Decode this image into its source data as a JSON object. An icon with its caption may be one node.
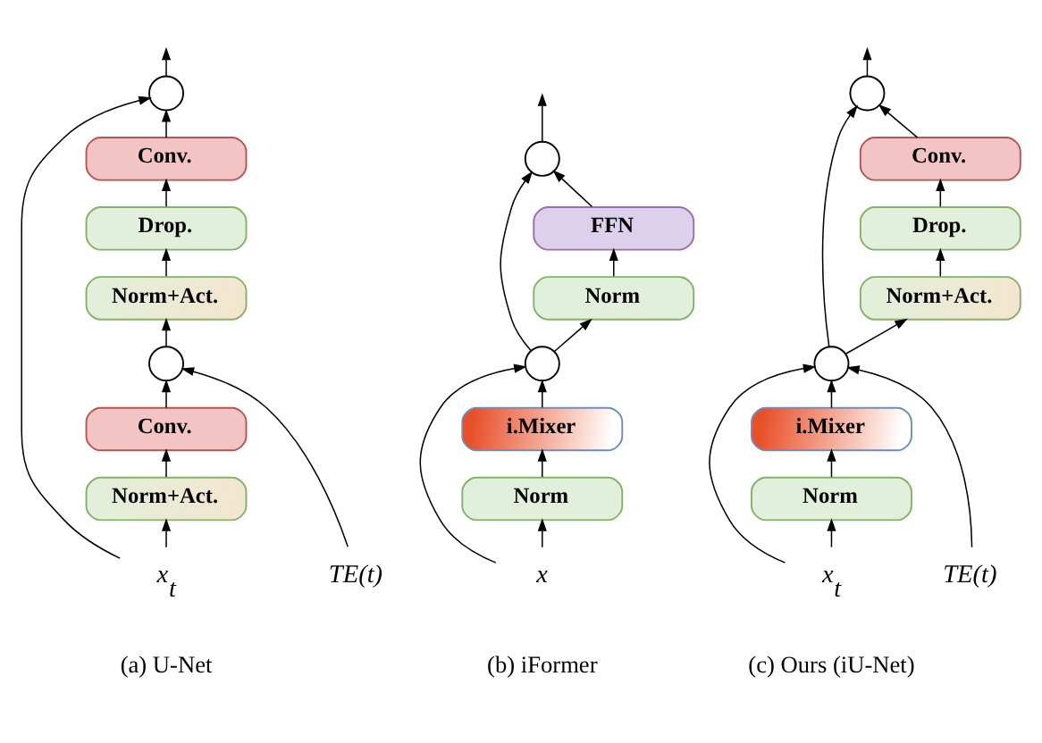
{
  "diagram": {
    "nodes": [
      {
        "text": [],
        "shape": "circle"
      },
      {
        "text": [
          "Conv."
        ]
      },
      {
        "text": [
          "Drop."
        ]
      },
      {
        "text": [
          "Norm+Act."
        ]
      },
      {
        "text": [],
        "shape": "circle"
      },
      {
        "text": [
          "Conv."
        ]
      },
      {
        "text": [
          "Norm+Act."
        ]
      },
      {
        "text": [
          "x$_{t}$"
        ]
      },
      {
        "text": [
          "TE(t)"
        ]
      },
      {
        "text": [],
        "shape": "circle"
      },
      {
        "text": [
          "FFN"
        ]
      },
      {
        "text": [
          "Norm"
        ]
      },
      {
        "text": [],
        "shape": "circle"
      },
      {
        "text": [
          "i.Mixer"
        ]
      },
      {
        "text": [
          "Norm"
        ]
      },
      {
        "text": [
          "x"
        ]
      },
      {
        "text": [],
        "shape": "circle"
      },
      {
        "text": [
          "Conv."
        ]
      },
      {
        "text": [
          "Drop."
        ]
      },
      {
        "text": [
          "Norm+Act."
        ]
      },
      {
        "text": [],
        "shape": "circle"
      },
      {
        "text": [
          "i.Mixer"
        ]
      },
      {
        "text": [
          "Norm"
        ]
      },
      {
        "text": [
          "x$_{t}$"
        ]
      },
      {
        "text": [
          "TE(t)"
        ]
      }
    ],
    "edges": [
      {
        "from": 7,
        "to": 6,
        "arrow": "to"
      },
      {
        "from": 6,
        "to": 5,
        "arrow": "to"
      },
      {
        "from": 5,
        "to": 4,
        "arrow": "to"
      },
      {
        "from": 8,
        "to": 4,
        "arrow": "to"
      },
      {
        "from": 4,
        "to": 3,
        "arrow": "to"
      },
      {
        "from": 3,
        "to": 2,
        "arrow": "to"
      },
      {
        "from": 2,
        "to": 1,
        "arrow": "to"
      },
      {
        "from": 1,
        "to": 0,
        "arrow": "to"
      },
      {
        "from": 7,
        "to": 0,
        "arrow": "to"
      },
      {
        "from": 0,
        "to": null,
        "arrow": "to"
      },
      {
        "from": 15,
        "to": 14,
        "arrow": "to"
      },
      {
        "from": 14,
        "to": 13,
        "arrow": "to"
      },
      {
        "from": 13,
        "to": 12,
        "arrow": "to"
      },
      {
        "from": 15,
        "to": 12,
        "arrow": "to"
      },
      {
        "from": 12,
        "to": 11,
        "arrow": "to"
      },
      {
        "from": 11,
        "to": 10,
        "arrow": "to"
      },
      {
        "from": 10,
        "to": 9,
        "arrow": "to"
      },
      {
        "from": 12,
        "to": 9,
        "arrow": "to"
      },
      {
        "from": 9,
        "to": null,
        "arrow": "to"
      },
      {
        "from": 23,
        "to": 22,
        "arrow": "to"
      },
      {
        "from": 22,
        "to": 21,
        "arrow": "to"
      },
      {
        "from": 21,
        "to": 20,
        "arrow": "to"
      },
      {
        "from": 23,
        "to": 20,
        "arrow": "to"
      },
      {
        "from": 24,
        "to": 20,
        "arrow": "to"
      },
      {
        "from": 20,
        "to": 19,
        "arrow": "to"
      },
      {
        "from": 19,
        "to": 18,
        "arrow": "to"
      },
      {
        "from": 18,
        "to": 17,
        "arrow": "to"
      },
      {
        "from": 17,
        "to": 16,
        "arrow": "to"
      },
      {
        "from": 20,
        "to": 16,
        "arrow": "to"
      },
      {
        "from": 16,
        "to": null,
        "arrow": "to"
      }
    ],
    "labels": [
      "(a) U-Net",
      "(b) iFormer",
      "(c) Ours (iU-Net)"
    ]
  }
}
